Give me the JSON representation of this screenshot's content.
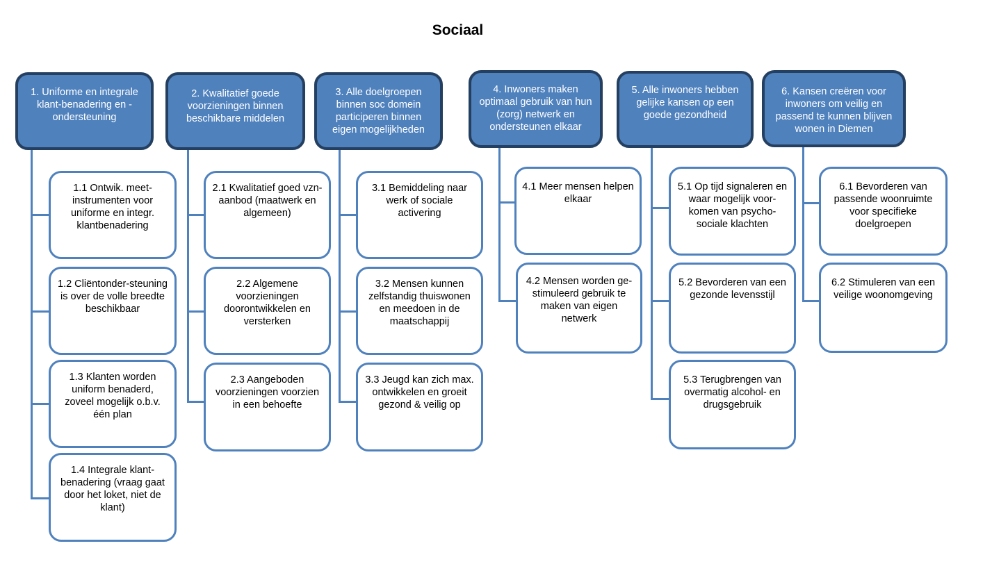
{
  "title": "Sociaal",
  "colors": {
    "header_fill": "#4f81bd",
    "header_border": "#243f60",
    "child_border": "#4f81bd",
    "connector": "#4f81bd"
  },
  "columns": [
    {
      "header": "1. Uniforme en integrale klant-benadering en -ondersteuning",
      "children": [
        "1.1 Ontwik. meet-instrumenten voor uniforme en integr. klantbenadering",
        "1.2 Cliëntonder-steuning is over de volle breedte beschikbaar",
        "1.3 Klanten worden uniform benaderd, zoveel mogelijk o.b.v. één plan",
        "1.4 Integrale klant-benadering (vraag gaat door het loket, niet de klant)"
      ]
    },
    {
      "header": "2. Kwalitatief goede voorzieningen binnen beschikbare middelen",
      "children": [
        "2.1 Kwalitatief goed vzn-aanbod (maatwerk en algemeen)",
        "2.2 Algemene voorzieningen doorontwikkelen en versterken",
        "2.3 Aangeboden voorzieningen voorzien in een behoefte"
      ]
    },
    {
      "header": "3. Alle doelgroepen binnen soc domein participeren binnen eigen mogelijkheden",
      "children": [
        "3.1 Bemiddeling naar werk of sociale activering",
        "3.2 Mensen kunnen zelfstandig thuiswonen en meedoen in de maatschappij",
        "3.3 Jeugd kan zich max. ontwikkelen en groeit gezond & veilig op"
      ]
    },
    {
      "header": "4. Inwoners maken optimaal gebruik van hun (zorg) netwerk en ondersteunen elkaar",
      "children": [
        "4.1 Meer mensen helpen elkaar",
        "4.2 Mensen worden ge-stimuleerd gebruik te maken van eigen netwerk"
      ]
    },
    {
      "header": "5. Alle inwoners hebben gelijke kansen op een goede gezondheid",
      "children": [
        "5.1 Op tijd signaleren en waar mogelijk voor-komen van psycho-sociale klachten",
        "5.2 Bevorderen van een gezonde levensstijl",
        "5.3 Terugbrengen van overmatig alcohol- en drugsgebruik"
      ]
    },
    {
      "header": "6. Kansen creëren voor inwoners om veilig en passend te kunnen blijven wonen in Diemen",
      "children": [
        "6.1 Bevorderen van passende woonruimte voor specifieke doelgroepen",
        "6.2 Stimuleren van een veilige woonomgeving"
      ]
    }
  ]
}
